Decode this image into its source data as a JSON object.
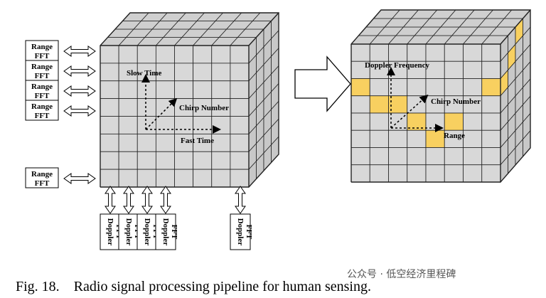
{
  "left_cube": {
    "axis_labels": {
      "slow_time": "Slow Time",
      "chirp_number": "Chirp Number",
      "fast_time": "Fast Time"
    }
  },
  "range_fft_box": {
    "line1": "Range",
    "line2": "FFT"
  },
  "doppler_fft_box": {
    "line1": "Doppler",
    "line2": "FFT"
  },
  "right_cube": {
    "axis_labels": {
      "doppler_frequency": "Doppler Frequency",
      "chirp_number": "Chirp Number",
      "range": "Range"
    },
    "highlight_color": "#f8d060"
  },
  "colors": {
    "cell": "#d8d8d8",
    "top": "#cfcfcf",
    "side": "#c8c8c8",
    "line": "#222222"
  },
  "caption": "Fig. 18.    Radio signal processing pipeline for human sensing.",
  "watermark": "公众号 · 低空经济里程碑"
}
